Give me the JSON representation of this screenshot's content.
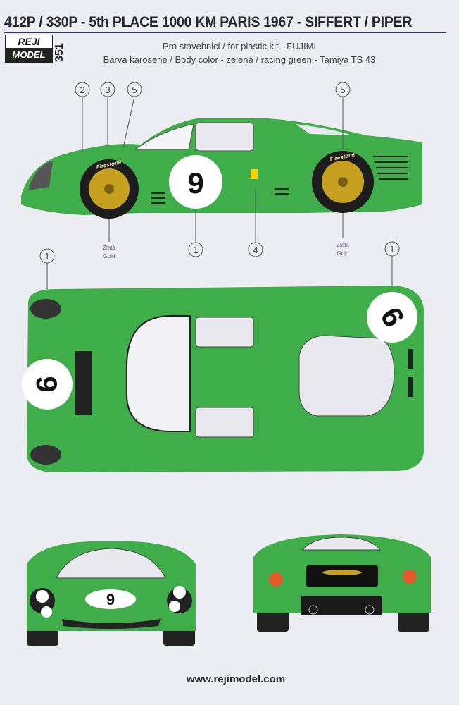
{
  "header": {
    "title": "412P / 330P - 5th PLACE 1000 KM PARIS 1967 - SIFFERT / PIPER",
    "logo_top": "REJI",
    "logo_bottom": "MODEL",
    "sheet_number": "351",
    "kit_line": "Pro stavebnici / for plastic kit - FUJIMI",
    "color_line": "Barva karoserie / Body color - zelená / racing green - Tamiya TS 43"
  },
  "callouts": {
    "side": [
      "2",
      "3",
      "5",
      "5",
      "1",
      "4"
    ],
    "top": [
      "1",
      "1"
    ],
    "gold_cz": "Zlatá",
    "gold_en": "Gold"
  },
  "car": {
    "race_number": "9",
    "tyre_brand": "Firestone",
    "body_color": "#3fae4a"
  },
  "footer": {
    "url": "www.rejimodel.com"
  }
}
